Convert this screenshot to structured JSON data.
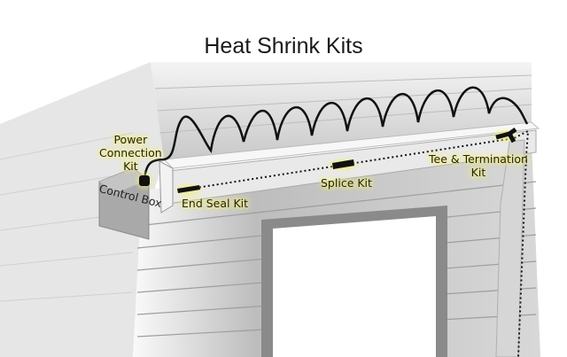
{
  "title": "Heat Shrink Kits",
  "labels": {
    "power_connection": [
      "Power",
      "Connection",
      "Kit"
    ],
    "control_box": "Control Box",
    "end_seal": "End Seal Kit",
    "splice": "Splice Kit",
    "tee_termination": [
      "Tee & Termination",
      "Kit"
    ]
  },
  "colors": {
    "highlight": "#f4f06a",
    "cable": "#111111"
  }
}
